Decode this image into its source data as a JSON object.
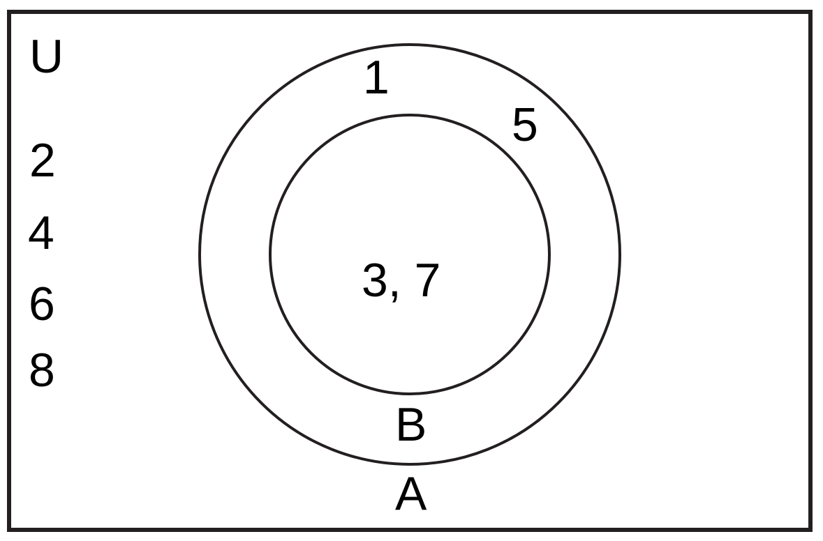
{
  "diagram": {
    "type": "venn",
    "universe_label": "U",
    "sets": [
      {
        "name": "A",
        "label": "A",
        "contains": "B"
      },
      {
        "name": "B",
        "label": "B",
        "subset_of": "A"
      }
    ],
    "regions": {
      "outside_sets": [
        "2",
        "4",
        "6",
        "8"
      ],
      "A_only": [
        "1",
        "5"
      ],
      "B": "3, 7"
    },
    "colors": {
      "stroke": "#231f20",
      "text": "#000000",
      "background": "#ffffff"
    }
  }
}
